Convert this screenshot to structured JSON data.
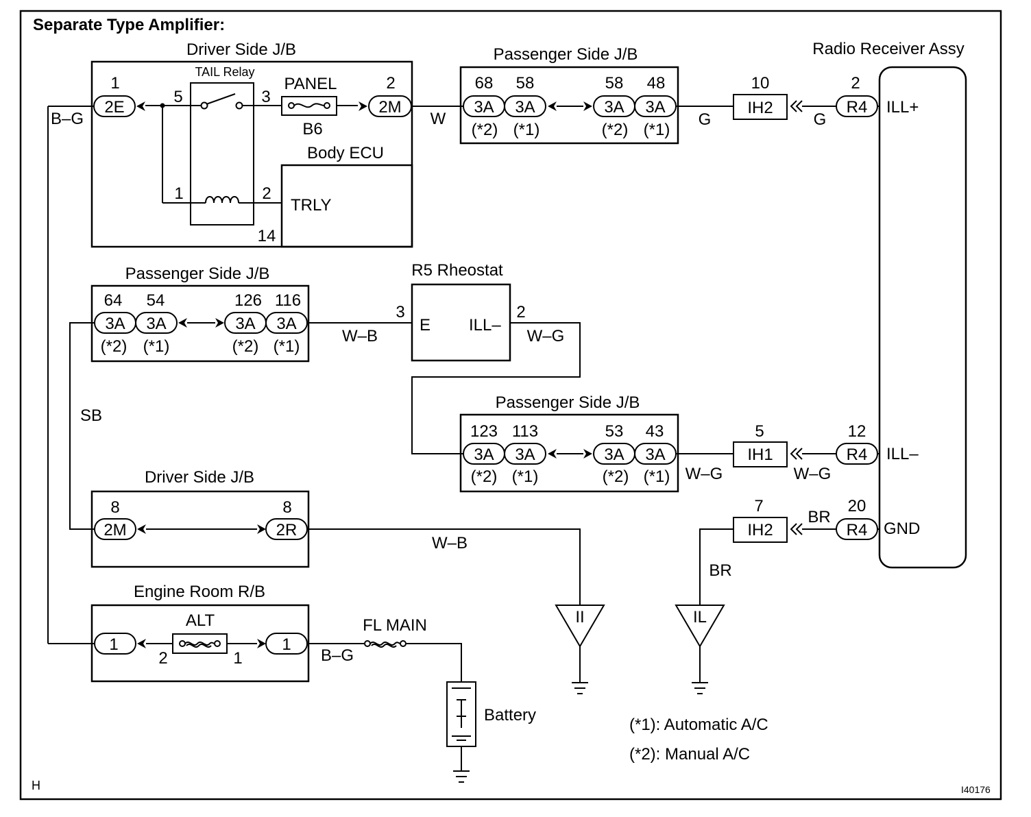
{
  "title": "Separate Type Amplifier:",
  "corner_left": "H",
  "corner_right": "I40176",
  "legend": {
    "auto": "(*1): Automatic A/C",
    "manual": "(*2): Manual A/C"
  },
  "driver_jb_top": {
    "label": "Driver Side J/B",
    "relay_label": "TAIL Relay",
    "conn_2e_pin": "1",
    "conn_2e": "2E",
    "relay_pin5": "5",
    "relay_pin3": "3",
    "relay_pin1": "1",
    "relay_pin2": "2",
    "fuse_name": "PANEL",
    "fuse_id": "B6",
    "conn_2m_pin": "2",
    "conn_2m": "2M",
    "ecu_label": "Body ECU",
    "ecu_trly": "TRLY",
    "ecu_pin14": "14"
  },
  "pass_jb_top": {
    "label": "Passenger Side J/B",
    "pins": [
      "68",
      "58",
      "58",
      "48"
    ],
    "connectors": [
      "3A",
      "3A",
      "3A",
      "3A"
    ],
    "notes": [
      "(*2)",
      "(*1)",
      "(*2)",
      "(*1)"
    ]
  },
  "radio": {
    "label": "Radio Receiver Assy",
    "ill_plus": "ILL+",
    "ill_minus": "ILL–",
    "gnd": "GND"
  },
  "ih_top": {
    "pin": "10",
    "name": "IH2"
  },
  "r4_top": {
    "pin": "2",
    "name": "R4"
  },
  "pass_jb_mid": {
    "label": "Passenger Side J/B",
    "pins": [
      "64",
      "54",
      "126",
      "116"
    ],
    "connectors": [
      "3A",
      "3A",
      "3A",
      "3A"
    ],
    "notes": [
      "(*2)",
      "(*1)",
      "(*2)",
      "(*1)"
    ]
  },
  "rheostat": {
    "label": "R5 Rheostat",
    "pin_e": "3",
    "e": "E",
    "pin_ill": "2",
    "ill": "ILL–"
  },
  "pass_jb_low": {
    "label": "Passenger Side J/B",
    "pins": [
      "123",
      "113",
      "53",
      "43"
    ],
    "connectors": [
      "3A",
      "3A",
      "3A",
      "3A"
    ],
    "notes": [
      "(*2)",
      "(*1)",
      "(*2)",
      "(*1)"
    ]
  },
  "ih_mid": {
    "pin": "5",
    "name": "IH1"
  },
  "r4_mid": {
    "pin": "12",
    "name": "R4"
  },
  "ih_low": {
    "pin": "7",
    "name": "IH2"
  },
  "r4_low": {
    "pin": "20",
    "name": "R4"
  },
  "driver_jb_low": {
    "label": "Driver Side J/B",
    "left_pin": "8",
    "left": "2M",
    "right_pin": "8",
    "right": "2R"
  },
  "engine_rb": {
    "label": "Engine Room R/B",
    "fuse": "ALT",
    "left_conn": "1",
    "right_conn": "1",
    "left_pin": "2",
    "right_pin": "1"
  },
  "fl_main": "FL MAIN",
  "battery": "Battery",
  "grounds": {
    "ii": "II",
    "il": "IL"
  },
  "wires": {
    "bg_left": "B–G",
    "w": "W",
    "g1": "G",
    "g2": "G",
    "wb1": "W–B",
    "wg1": "W–G",
    "sb": "SB",
    "wg2": "W–G",
    "wg3": "W–G",
    "br1": "BR",
    "wb2": "W–B",
    "br2": "BR",
    "bg_bottom": "B–G"
  }
}
